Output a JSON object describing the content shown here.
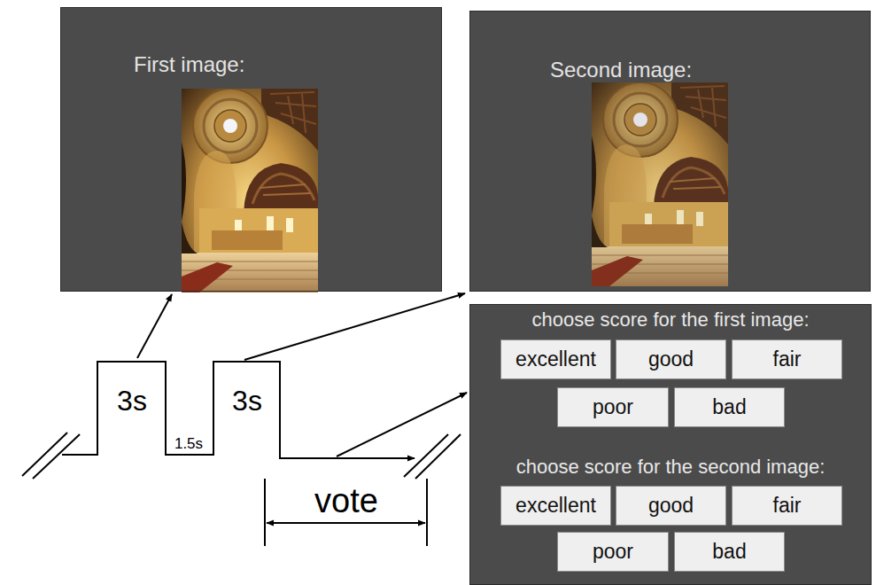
{
  "diagram": {
    "nodes": [
      {
        "text": [
          "First image:"
        ]
      },
      {
        "text": [
          "Second image:"
        ]
      },
      {
        "text": [
          "choose score for the first image:",
          "choose score for the second image:"
        ]
      },
      {
        "text": [
          "excellent"
        ],
        "in": 2
      },
      {
        "text": [
          "good"
        ],
        "in": 2
      },
      {
        "text": [
          "fair"
        ],
        "in": 2
      },
      {
        "text": [
          "poor"
        ],
        "in": 2
      },
      {
        "text": [
          "bad"
        ],
        "in": 2
      },
      {
        "text": [
          "excellent"
        ],
        "in": 2
      },
      {
        "text": [
          "good"
        ],
        "in": 2
      },
      {
        "text": [
          "fair"
        ],
        "in": 2
      },
      {
        "text": [
          "poor"
        ],
        "in": 2
      },
      {
        "text": [
          "bad"
        ],
        "in": 2
      }
    ],
    "labels": [
      "3s",
      "1.5s",
      "3s",
      "vote"
    ]
  }
}
